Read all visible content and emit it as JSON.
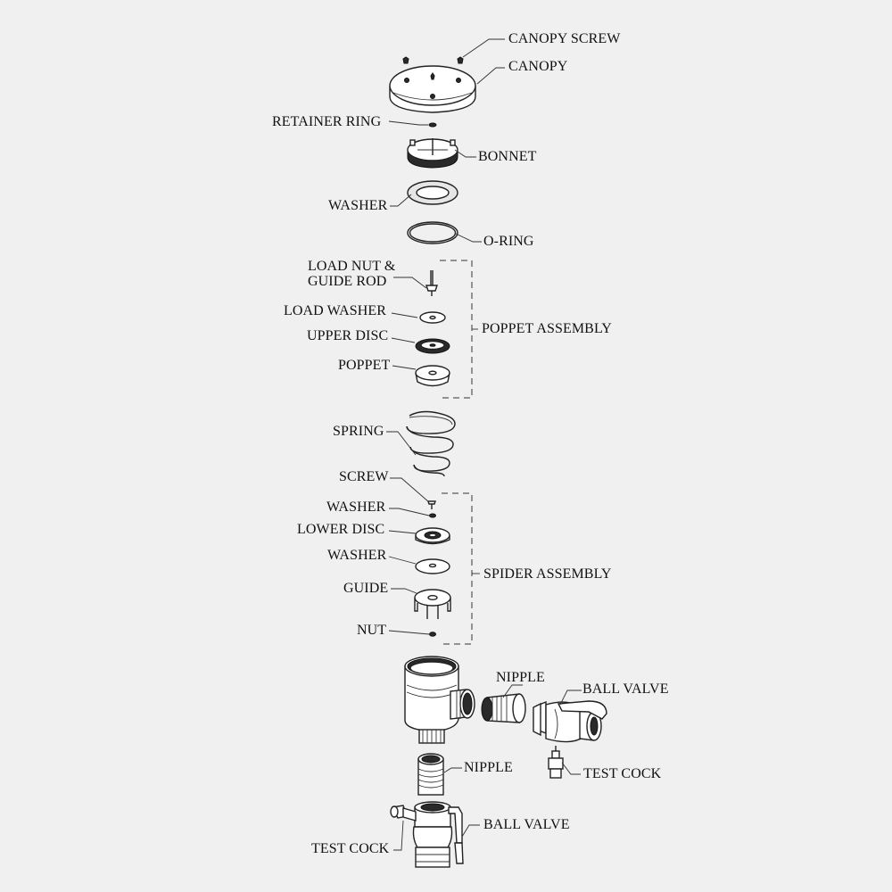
{
  "diagram": {
    "labels": {
      "canopy_screw": "CANOPY SCREW",
      "canopy": "CANOPY",
      "retainer_ring": "RETAINER RING",
      "bonnet": "BONNET",
      "washer_1": "WASHER",
      "o_ring": "O-RING",
      "load_nut_line1": "LOAD NUT &",
      "load_nut_line2": "GUIDE ROD",
      "load_washer": "LOAD WASHER",
      "upper_disc": "UPPER DISC",
      "poppet": "POPPET",
      "poppet_assembly": "POPPET ASSEMBLY",
      "spring": "SPRING",
      "screw": "SCREW",
      "washer_2": "WASHER",
      "lower_disc": "LOWER DISC",
      "washer_3": "WASHER",
      "guide": "GUIDE",
      "nut": "NUT",
      "spider_assembly": "SPIDER ASSEMBLY",
      "nipple_right": "NIPPLE",
      "ball_valve_right": "BALL VALVE",
      "test_cock_right": "TEST COCK",
      "nipple_bottom": "NIPPLE",
      "ball_valve_bottom": "BALL VALVE",
      "test_cock_bottom": "TEST COCK"
    },
    "colors": {
      "background": "#f0f0f0",
      "line": "#222222",
      "text": "#111111"
    }
  }
}
